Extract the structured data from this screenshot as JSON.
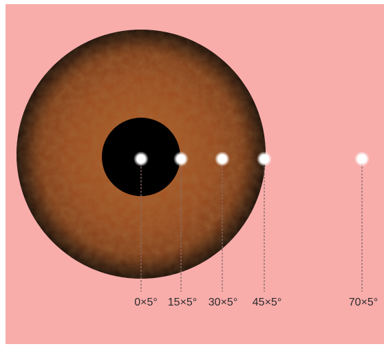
{
  "colors": {
    "page_background": "#ffffff",
    "panel_background": "#f8adab",
    "iris_light": "#b8622a",
    "iris_mid": "#9a4a1e",
    "iris_dark": "#4e2714",
    "pupil": "#000000",
    "glint": "#ffffff",
    "guide_line": "#8a6a66",
    "label_text": "#2a2a2a"
  },
  "glints": [
    {
      "angle_label": "0×5°"
    },
    {
      "angle_label": "15×5°"
    },
    {
      "angle_label": "30×5°"
    },
    {
      "angle_label": "45×5°"
    },
    {
      "angle_label": "70×5°"
    }
  ]
}
